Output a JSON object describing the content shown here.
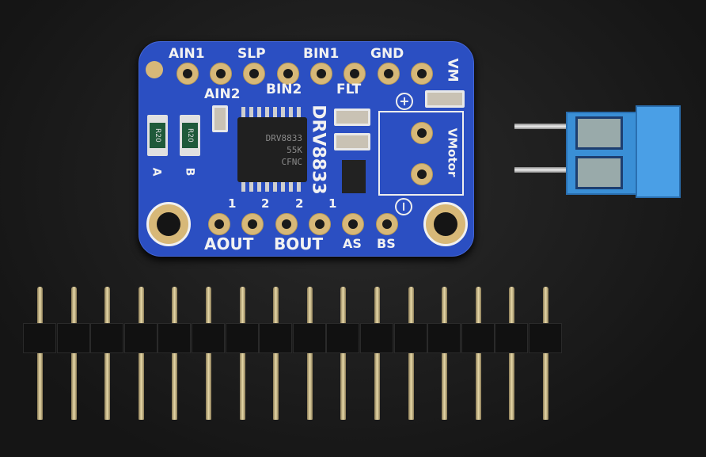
{
  "board": {
    "top_labels": [
      "AIN1",
      "SLP",
      "BIN1",
      "GND",
      "VM"
    ],
    "mid_labels": [
      "AIN2",
      "BIN2",
      "FLT"
    ],
    "part_name": "DRV8833",
    "chip_text": [
      "DRV8833",
      "55K",
      "CFNC"
    ],
    "resistors": [
      {
        "code": "R20",
        "label": "A"
      },
      {
        "code": "R20",
        "label": "B"
      }
    ],
    "motor_box": "VMotor",
    "plus": "+",
    "minus": "−",
    "channel_numbers": [
      "1",
      "2",
      "2",
      "1"
    ],
    "bottom_labels": [
      "AOUT",
      "BOUT",
      "AS",
      "BS"
    ]
  },
  "colors": {
    "pcb": "#2b4fc2",
    "terminal": "#3a8fd6",
    "background": "#1c1c1c"
  }
}
